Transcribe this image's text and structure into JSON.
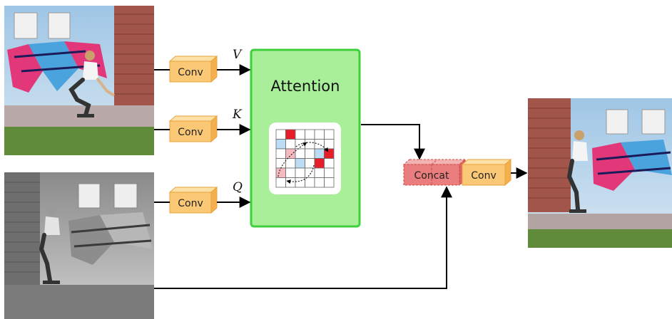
{
  "attention_title": "Attention",
  "conv_label": "Conv",
  "concat_label": "Concat",
  "symbols": {
    "v": "V",
    "k": "K",
    "q": "Q"
  },
  "colors": {
    "conv_fill": "#fbc875",
    "conv_stroke": "#e8a33a",
    "attention_fill": "#a9ef9a",
    "attention_stroke": "#3fcf3a",
    "concat_fill": "#ea7d7d",
    "concat_stroke": "#c94a4a",
    "matrix_red": "#e81d2a",
    "matrix_pink": "#f6b9bf",
    "matrix_blue": "#bcdcf3"
  },
  "images": {
    "color_input": "color photo: skater in front of graffiti wall",
    "gray_input": "grayscale photo: skater in front of graffiti wall",
    "output": "color photo: skater in front of graffiti wall (result)"
  }
}
